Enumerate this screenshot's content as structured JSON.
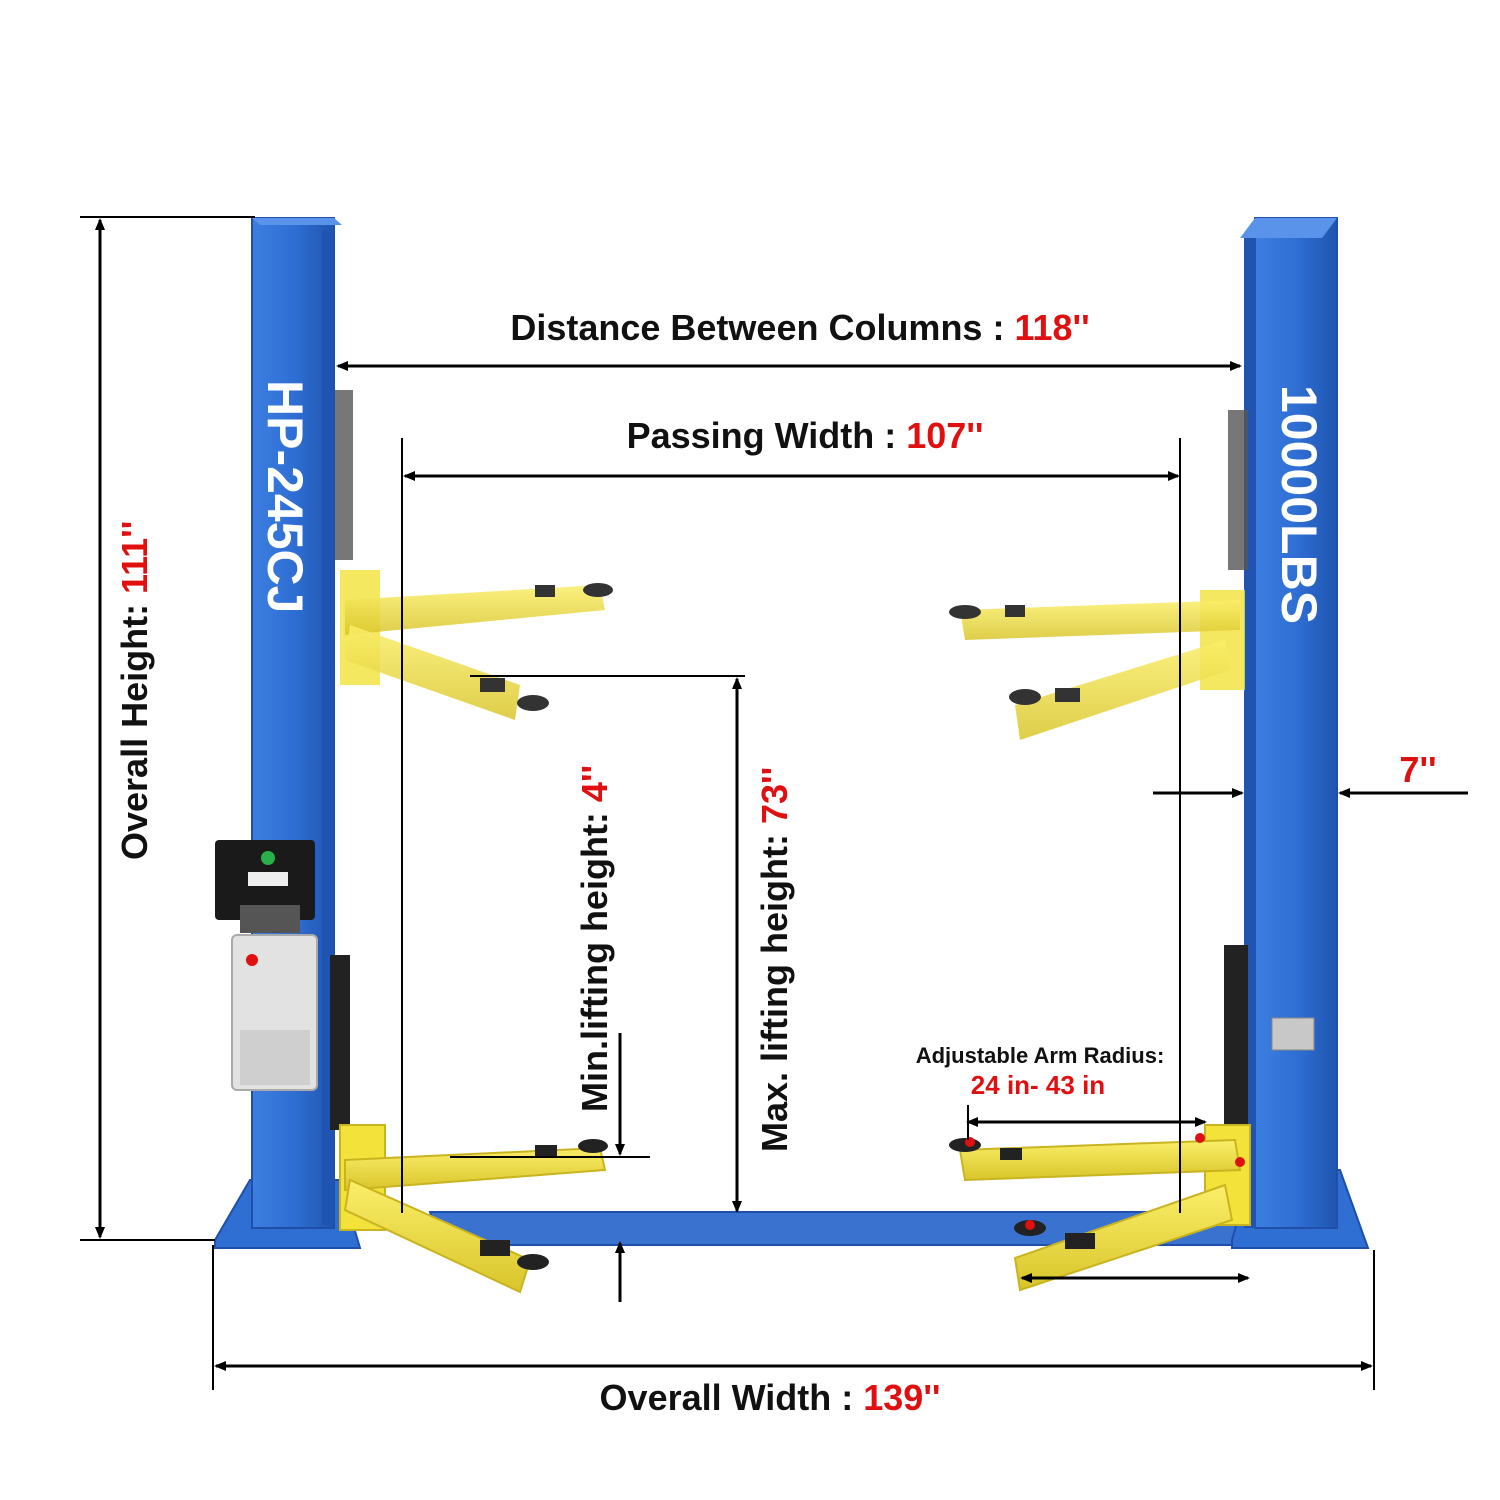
{
  "colors": {
    "column": "#2f6fd4",
    "column_dark": "#1f4fa8",
    "arm": "#f2e23a",
    "arm_dark": "#c9b420",
    "value_red": "#e01010",
    "label_black": "#111111"
  },
  "columns": {
    "left_model": "HP-245CJ",
    "right_capacity": "10000LBS"
  },
  "dimensions": {
    "distance_between_columns": {
      "label": "Distance Between Columns : ",
      "value": "118''"
    },
    "passing_width": {
      "label": "Passing Width : ",
      "value": "107''"
    },
    "overall_height": {
      "label": "Overall Height: ",
      "value": "111''"
    },
    "min_lifting_height": {
      "label": "Min.lifting height: ",
      "value": "4''"
    },
    "max_lifting_height": {
      "label": "Max. lifting height: ",
      "value": "73''"
    },
    "column_offset": {
      "value": "7''"
    },
    "arm_radius": {
      "label": "Adjustable Arm Radius:",
      "value": "24 in- 43 in"
    },
    "overall_width": {
      "label": "Overall Width : ",
      "value": "139''"
    }
  },
  "icons": [
    "power-unit-icon",
    "oil-reservoir-icon"
  ]
}
